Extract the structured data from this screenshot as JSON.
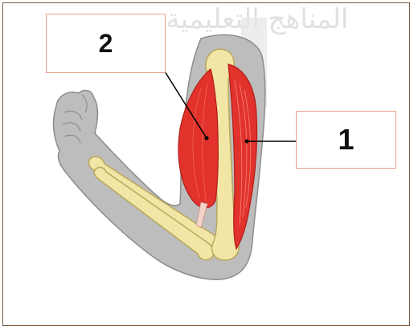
{
  "diagram": {
    "labels": {
      "label_2": "2",
      "label_1": "1"
    },
    "watermark_text": "المناهج التعليمية",
    "colors": {
      "frame_border": "#7a5a3a",
      "label_border": "#e8a08a",
      "skin": "#bdbdbd",
      "skin_outline": "#8c8c8c",
      "bone": "#f1e6a6",
      "bone_outline": "#b9a85a",
      "muscle": "#e2322c",
      "muscle_light": "#f06a5a",
      "leader_line": "#000000"
    }
  }
}
